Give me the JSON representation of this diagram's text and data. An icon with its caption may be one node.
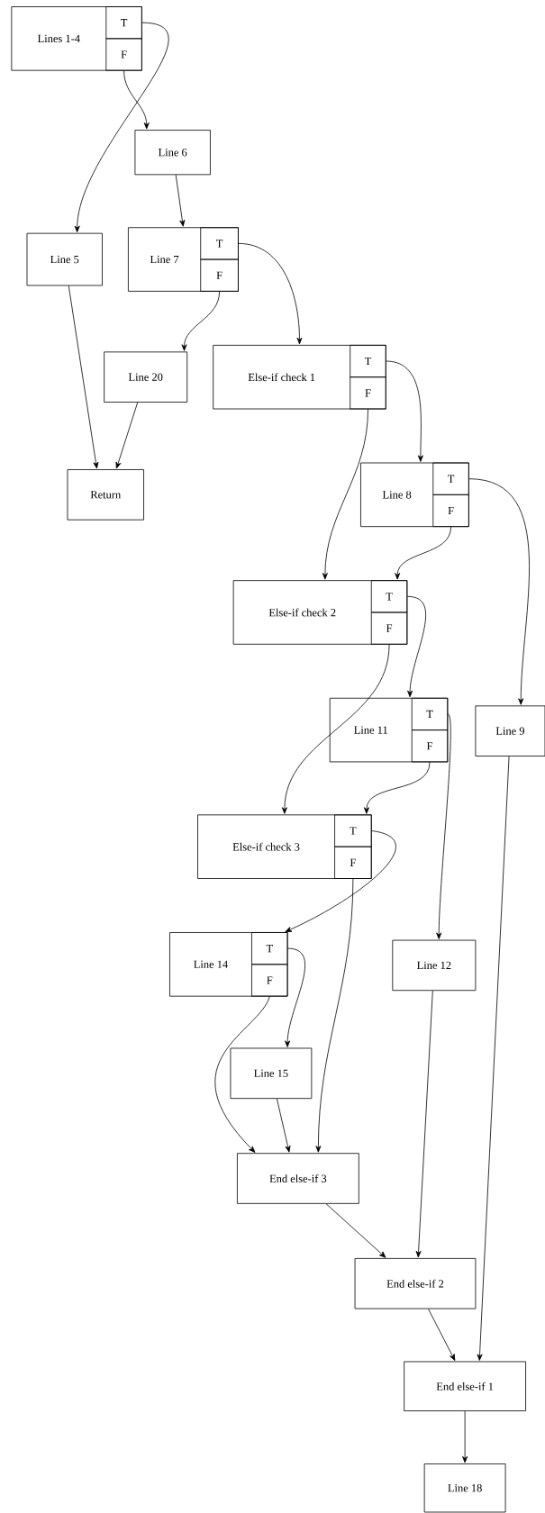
{
  "diagram": {
    "nodes": [
      {
        "text": [
          "Lines 1-4"
        ]
      },
      {
        "text": [
          "T"
        ],
        "in": 0
      },
      {
        "text": [
          "F"
        ],
        "in": 0
      },
      {
        "text": [
          "Line 6"
        ]
      },
      {
        "text": [
          "Line 5"
        ]
      },
      {
        "text": [
          "Line 7"
        ]
      },
      {
        "text": [
          "T"
        ],
        "in": 5
      },
      {
        "text": [
          "F"
        ],
        "in": 5
      },
      {
        "text": [
          "Line 20"
        ]
      },
      {
        "text": [
          "Else-if check 1"
        ]
      },
      {
        "text": [
          "T"
        ],
        "in": 9
      },
      {
        "text": [
          "F"
        ],
        "in": 9
      },
      {
        "text": [
          "Return"
        ]
      },
      {
        "text": [
          "Line 8"
        ]
      },
      {
        "text": [
          "T"
        ],
        "in": 13
      },
      {
        "text": [
          "F"
        ],
        "in": 13
      },
      {
        "text": [
          "Else-if check 2"
        ]
      },
      {
        "text": [
          "T"
        ],
        "in": 16
      },
      {
        "text": [
          "F"
        ],
        "in": 16
      },
      {
        "text": [
          "Line 11"
        ]
      },
      {
        "text": [
          "T"
        ],
        "in": 19
      },
      {
        "text": [
          "F"
        ],
        "in": 19
      },
      {
        "text": [
          "Line 9"
        ]
      },
      {
        "text": [
          "Else-if check 3"
        ]
      },
      {
        "text": [
          "T"
        ],
        "in": 23
      },
      {
        "text": [
          "F"
        ],
        "in": 23
      },
      {
        "text": [
          "Line 14"
        ]
      },
      {
        "text": [
          "T"
        ],
        "in": 26
      },
      {
        "text": [
          "F"
        ],
        "in": 26
      },
      {
        "text": [
          "Line 12"
        ]
      },
      {
        "text": [
          "Line 15"
        ]
      },
      {
        "text": [
          "End else-if 3"
        ]
      },
      {
        "text": [
          "End else-if 2"
        ]
      },
      {
        "text": [
          "End else-if 1"
        ]
      },
      {
        "text": [
          "Line 18"
        ]
      }
    ],
    "edges": [
      {
        "from": 1,
        "to": 4,
        "arrow": "to"
      },
      {
        "from": 2,
        "to": 3,
        "arrow": "to"
      },
      {
        "from": 3,
        "to": 5,
        "arrow": "to"
      },
      {
        "from": 6,
        "to": 9,
        "arrow": "to"
      },
      {
        "from": 7,
        "to": 8,
        "arrow": "to"
      },
      {
        "from": 4,
        "to": 12,
        "arrow": "to"
      },
      {
        "from": 8,
        "to": 12,
        "arrow": "to"
      },
      {
        "from": 10,
        "to": 13,
        "arrow": "to"
      },
      {
        "from": 11,
        "to": 16,
        "arrow": "to"
      },
      {
        "from": 14,
        "to": 22,
        "arrow": "to"
      },
      {
        "from": 15,
        "to": 16,
        "arrow": "to"
      },
      {
        "from": 17,
        "to": 19,
        "arrow": "to"
      },
      {
        "from": 18,
        "to": 23,
        "arrow": "to"
      },
      {
        "from": 20,
        "to": 29,
        "arrow": "to"
      },
      {
        "from": 21,
        "to": 23,
        "arrow": "to"
      },
      {
        "from": 24,
        "to": 26,
        "arrow": "to"
      },
      {
        "from": 25,
        "to": 31,
        "arrow": "to"
      },
      {
        "from": 27,
        "to": 30,
        "arrow": "to"
      },
      {
        "from": 28,
        "to": 31,
        "arrow": "to"
      },
      {
        "from": 30,
        "to": 31,
        "arrow": "to"
      },
      {
        "from": 29,
        "to": 32,
        "arrow": "to"
      },
      {
        "from": 31,
        "to": 32,
        "arrow": "to"
      },
      {
        "from": 22,
        "to": 33,
        "arrow": "to"
      },
      {
        "from": 32,
        "to": 33,
        "arrow": "to"
      },
      {
        "from": 33,
        "to": 34,
        "arrow": "to"
      }
    ]
  }
}
